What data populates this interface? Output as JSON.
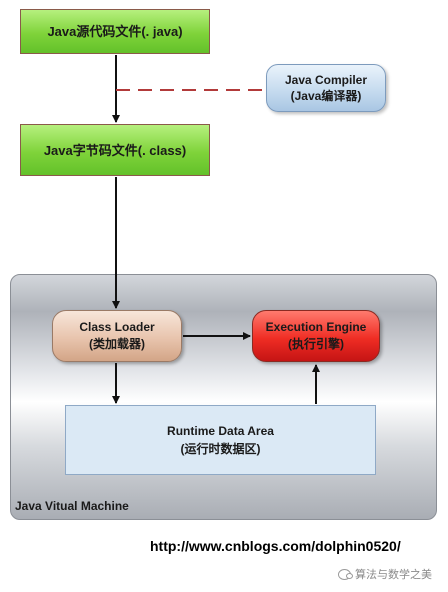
{
  "source_file": {
    "label": "Java源代码文件(. java)"
  },
  "bytecode_file": {
    "label": "Java字节码文件(. class)"
  },
  "compiler": {
    "line1": "Java Compiler",
    "line2": "(Java编译器)"
  },
  "jvm": {
    "label": "Java Vitual Machine"
  },
  "class_loader": {
    "line1": "Class Loader",
    "line2": "(类加载器)"
  },
  "execution_engine": {
    "line1": "Execution Engine",
    "line2": "(执行引擎)"
  },
  "runtime_data_area": {
    "line1": "Runtime  Data  Area",
    "line2": "(运行时数据区)"
  },
  "footer": {
    "url": "http://www.cnblogs.com/dolphin0520/",
    "watermark": "算法与数学之美"
  },
  "colors": {
    "arrow": "#111111",
    "dashed_connector": "#b23a3a",
    "source_box": "#7fd33a",
    "compiler_box": "#c3d9ee",
    "class_loader_box": "#e8c4ad",
    "execution_engine_box": "#ef2d24",
    "runtime_box": "#dbe9f5"
  }
}
